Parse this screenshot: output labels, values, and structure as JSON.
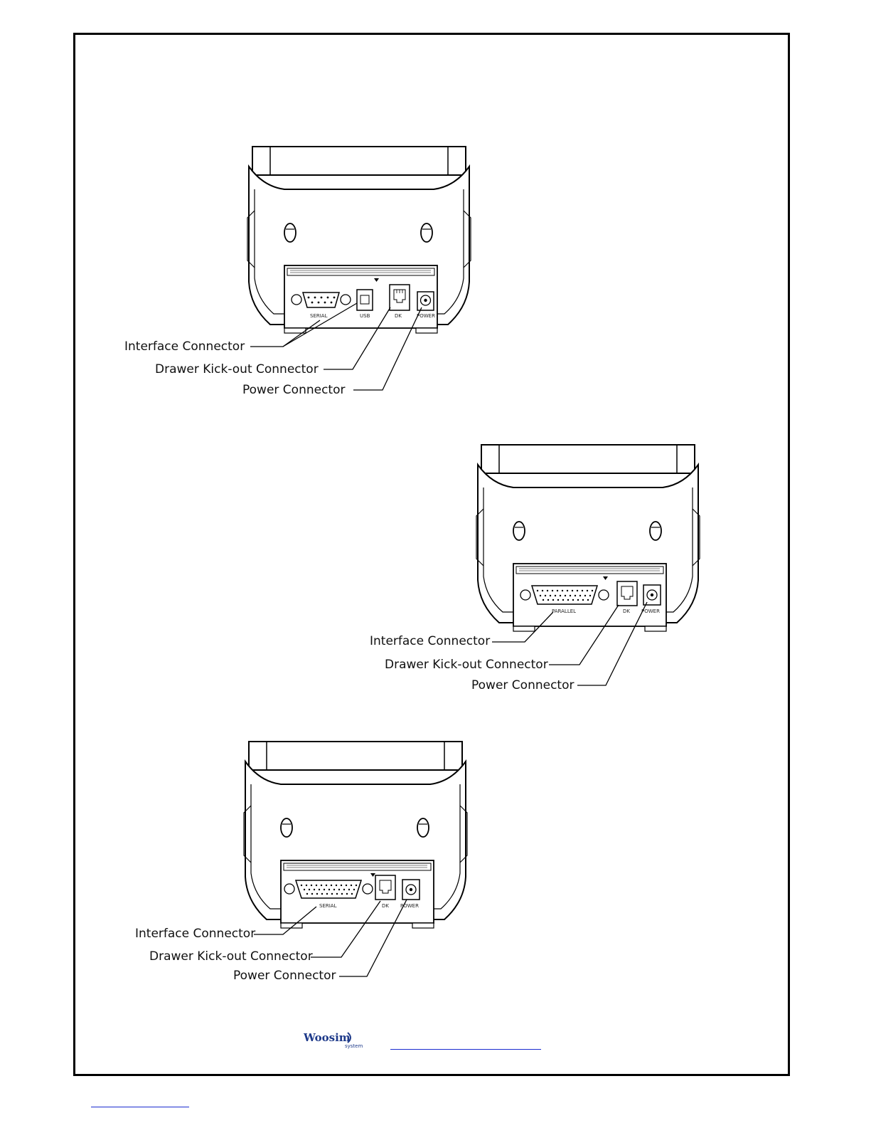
{
  "colors": {
    "line": "#000000",
    "link": "#1a2bd0",
    "logo": "#1e3a8a"
  },
  "diagrams": [
    {
      "port_labels": [
        "SERIAL",
        "USB",
        "DK",
        "POWER"
      ],
      "callouts": {
        "interface": "Interface Connector",
        "drawer": "Drawer Kick-out Connector",
        "power": "Power Connector"
      }
    },
    {
      "port_labels": [
        "PARALLEL",
        "DK",
        "POWER"
      ],
      "callouts": {
        "interface": "Interface Connector",
        "drawer": "Drawer Kick-out Connector",
        "power": "Power Connector"
      }
    },
    {
      "port_labels": [
        "SERIAL",
        "DK",
        "POWER"
      ],
      "callouts": {
        "interface": "Interface Connector",
        "drawer": "Drawer Kick-out Connector",
        "power": "Power Connector"
      }
    }
  ],
  "footer": {
    "logo_text": "Woosim",
    "logo_sub": "system"
  }
}
